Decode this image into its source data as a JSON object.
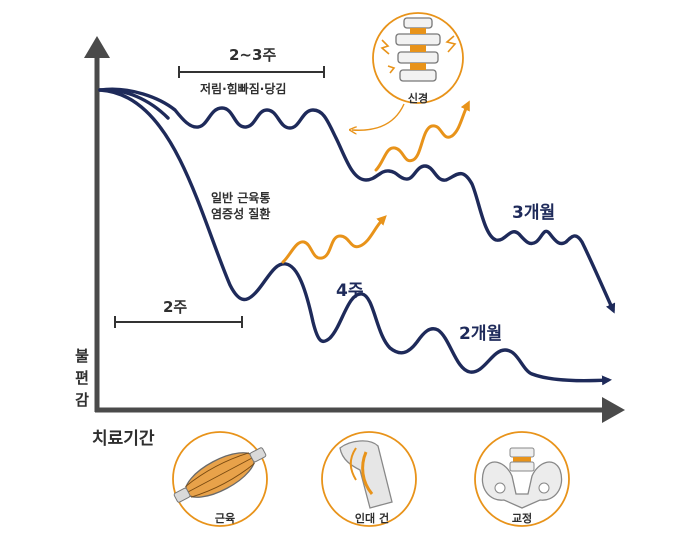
{
  "axes": {
    "y_label": [
      "불",
      "편",
      "감"
    ],
    "x_label": "치료기간"
  },
  "labels": {
    "top_duration": "2~3주",
    "top_symptoms": "저림·힘빠짐·당김",
    "general_condition": [
      "일반 근육통",
      "염증성 질환"
    ],
    "two_weeks": "2주",
    "four_weeks": "4주",
    "two_months": "2개월",
    "three_months": "3개월"
  },
  "icons": {
    "nerve": "신경",
    "muscle": "근육",
    "ligament": "인대 건",
    "alignment": "교정"
  },
  "colors": {
    "curve": "#1e2a5a",
    "accent": "#e8931a",
    "axis": "#4a4a4a"
  }
}
